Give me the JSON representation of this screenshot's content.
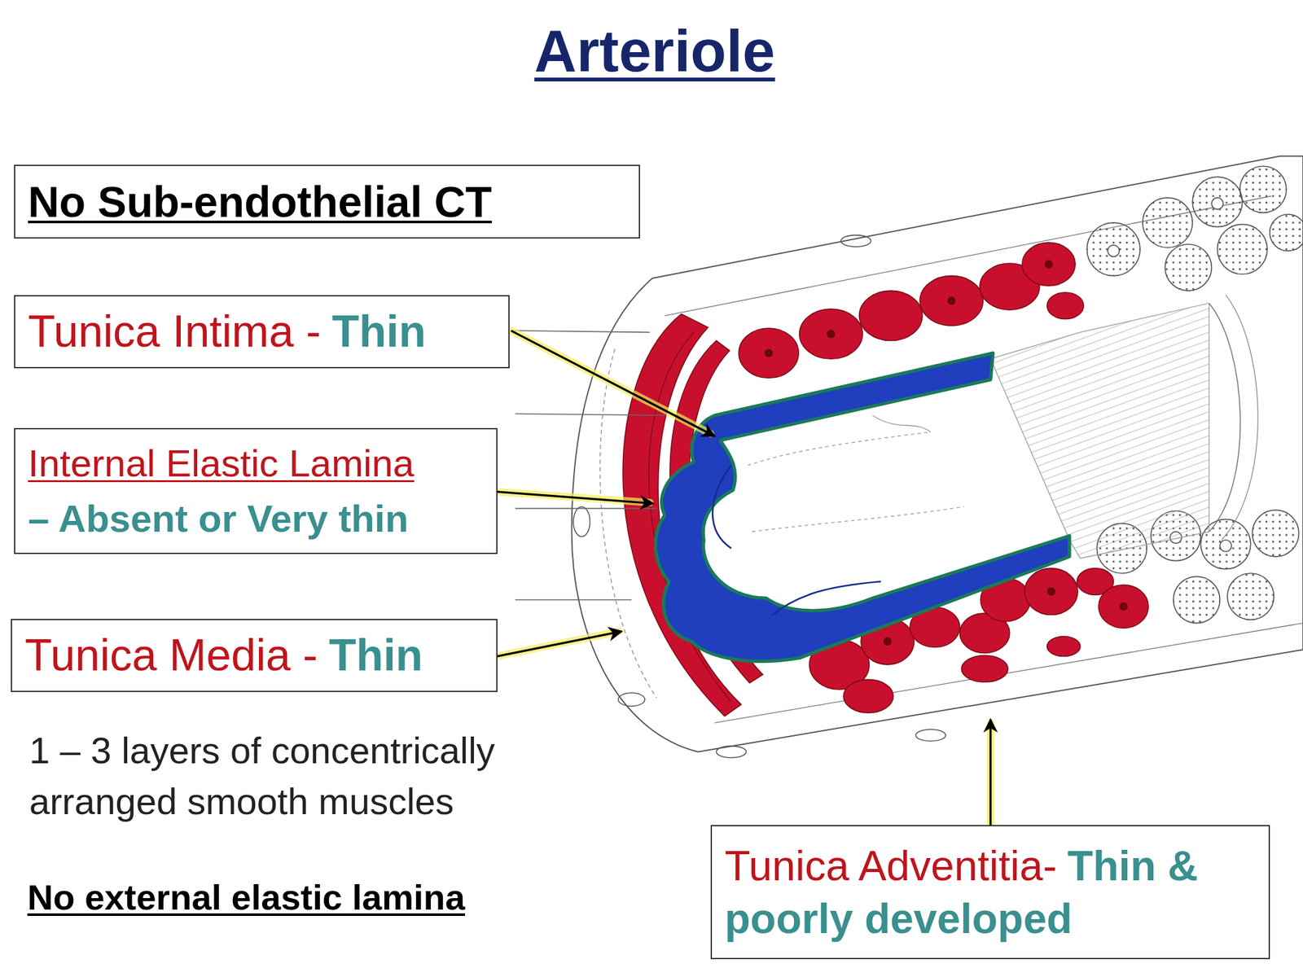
{
  "diagram": {
    "title": "Arteriole",
    "nodes": [
      {
        "text": [
          "No Sub-endothelial CT"
        ]
      },
      {
        "text": [
          "Tunica Intima -",
          "Thin"
        ]
      },
      {
        "text": [
          "Internal Elastic Lamina",
          "– Absent or Very thin"
        ]
      },
      {
        "text": [
          "Tunica Media -",
          "Thin"
        ]
      },
      {
        "text": [
          "Tunica Adventitia-",
          "Thin & poorly developed"
        ]
      }
    ],
    "labels": [
      "1 – 3 layers of concentrically arranged smooth muscles",
      "No external elastic lamina"
    ]
  }
}
